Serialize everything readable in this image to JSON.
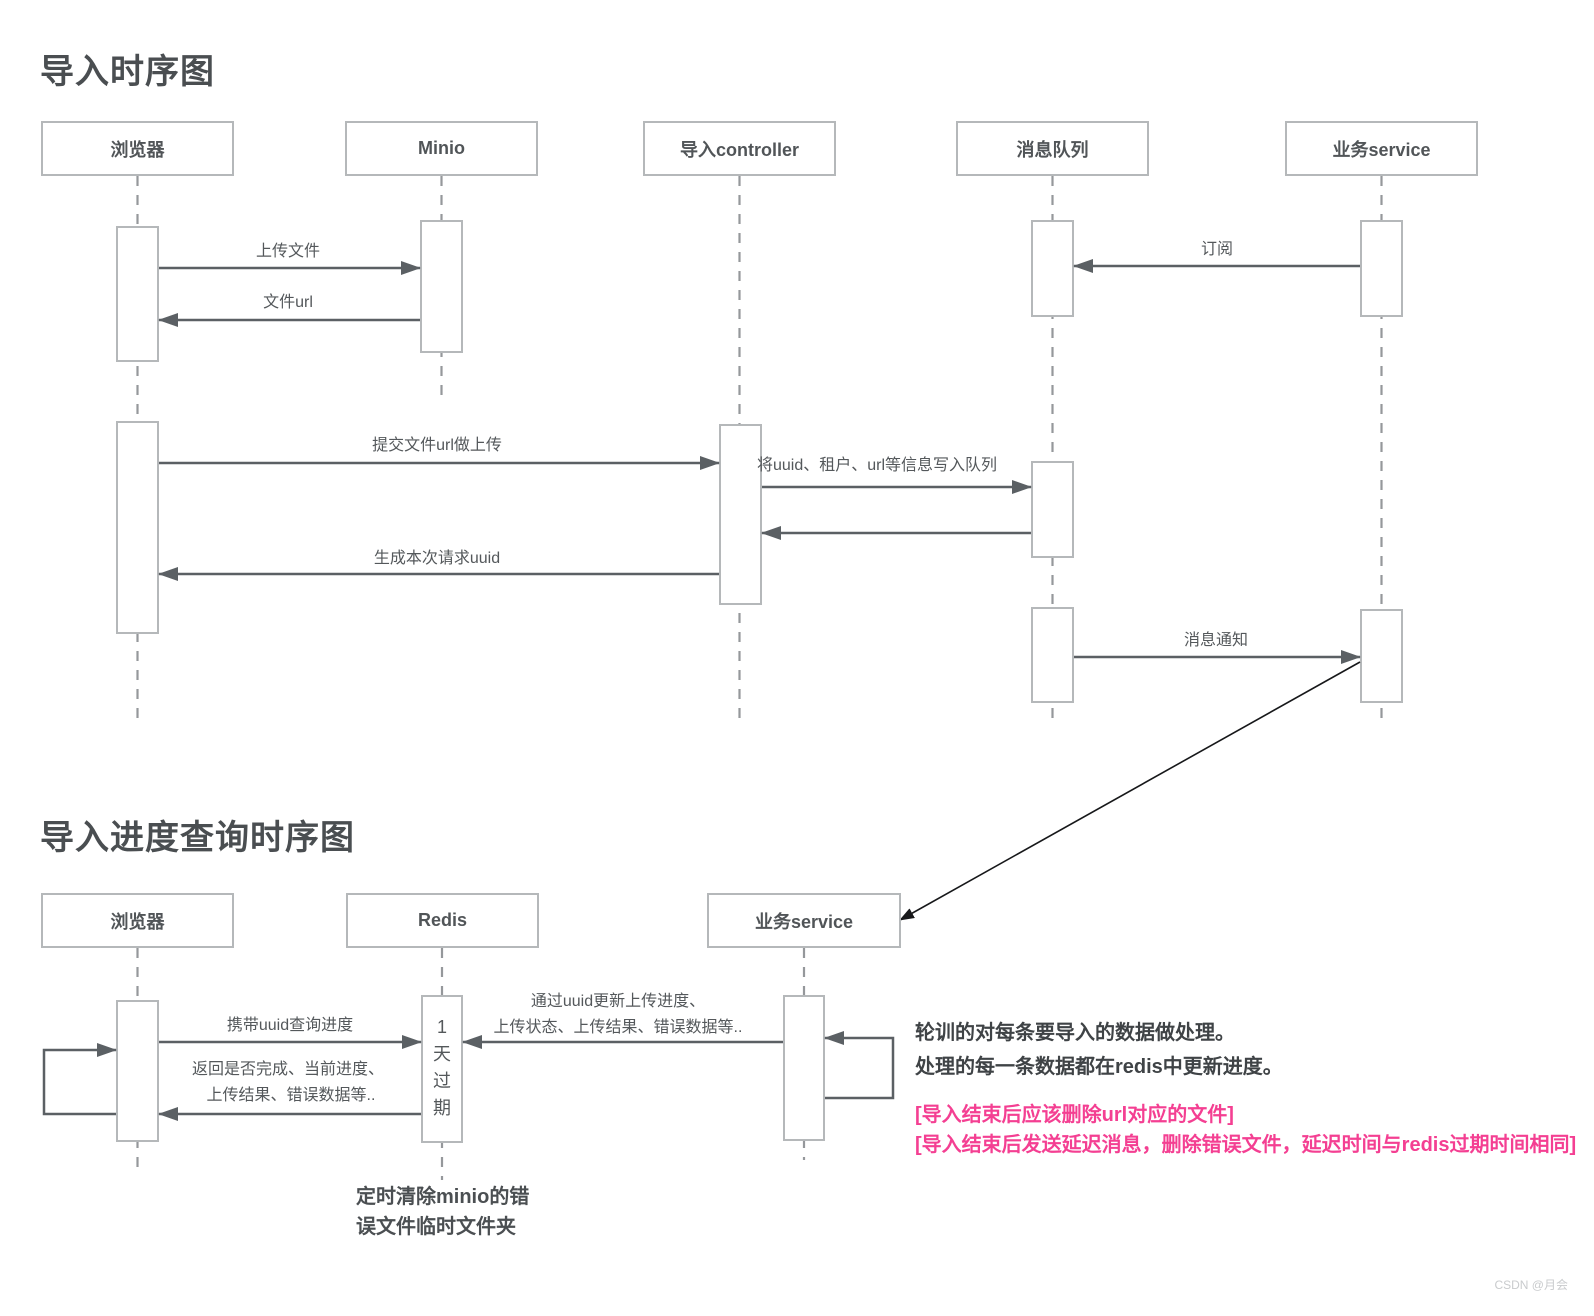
{
  "diagram1": {
    "title": "导入时序图",
    "participants": [
      "浏览器",
      "Minio",
      "导入controller",
      "消息队列",
      "业务service"
    ],
    "messages": {
      "upload_file": "上传文件",
      "file_url": "文件url",
      "subscribe": "订阅",
      "submit_file_url": "提交文件url做上传",
      "write_queue": "将uuid、租户、url等信息写入队列",
      "generate_uuid": "生成本次请求uuid",
      "message_notify": "消息通知"
    }
  },
  "diagram2": {
    "title": "导入进度查询时序图",
    "participants": [
      "浏览器",
      "Redis",
      "业务service"
    ],
    "messages": {
      "query_progress": "携带uuid查询进度",
      "return_line1": "返回是否完成、当前进度、",
      "return_line2": "上传结果、错误数据等..",
      "update_line1": "通过uuid更新上传进度、",
      "update_line2": "上传状态、上传结果、错误数据等..",
      "expire_note": "1天过期"
    },
    "notes": {
      "polling_line1": "轮训的对每条要导入的数据做处理。",
      "polling_line2": "处理的每一条数据都在redis中更新进度。",
      "pink_line1": "[导入结束后应该删除url对应的文件]",
      "pink_line2": "[导入结束后发送延迟消息，删除错误文件，延迟时间与redis过期时间相同]",
      "cleanup_note": "定时清除minio的错误文件临时文件夹"
    }
  },
  "watermark": "CSDN @月会",
  "colors": {
    "accent_pink": "#f43f92",
    "arrow_gray": "#5b6064",
    "box_border": "#b5b8ba",
    "text_gray": "#54585b"
  }
}
